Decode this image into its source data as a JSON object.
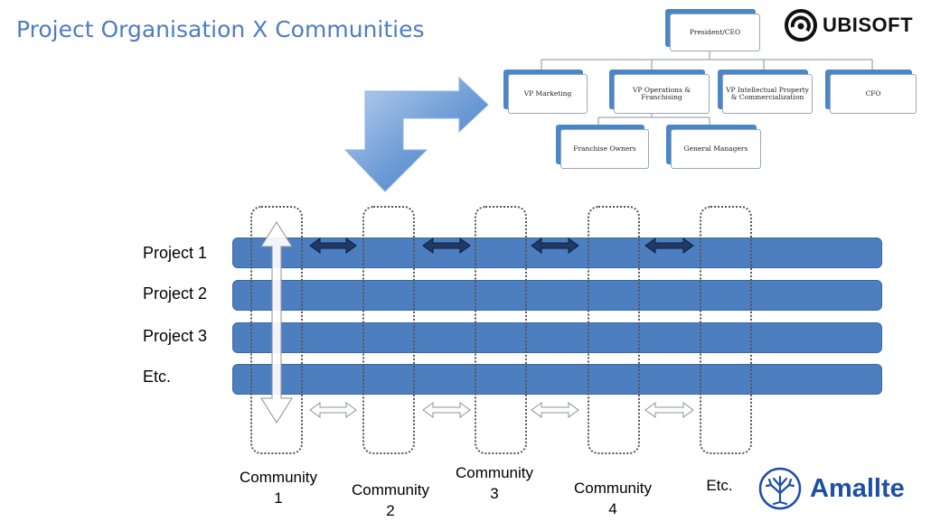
{
  "title": "Project Organisation X Communities",
  "org_chart": {
    "ceo": "President/CEO",
    "vps": [
      "VP Marketing",
      "VP Operations & Franchising",
      "VP Intellectual Property & Commercialization",
      "CFO"
    ],
    "sub": [
      "Franchise Owners",
      "General Managers"
    ]
  },
  "projects": [
    "Project 1",
    "Project 2",
    "Project 3",
    "Etc."
  ],
  "communities": [
    {
      "name": "Community",
      "num": "1"
    },
    {
      "name": "Community",
      "num": "2"
    },
    {
      "name": "Community",
      "num": "3"
    },
    {
      "name": "Community",
      "num": "4"
    },
    {
      "name": "Etc.",
      "num": ""
    }
  ],
  "logos": {
    "ubisoft": "UBISOFT",
    "amallte": "Amallte"
  },
  "colors": {
    "title": "#4f7dc1",
    "bar": "#4d7ec0",
    "org_accent": "#4a86c8",
    "arrow_dark": "#1f3a68",
    "amallte": "#1d4fa5"
  }
}
